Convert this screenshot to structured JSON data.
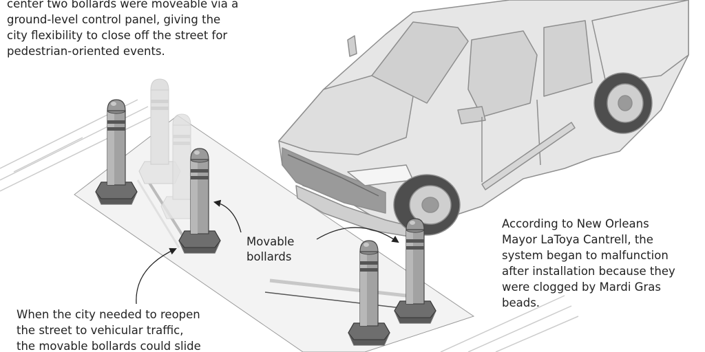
{
  "captions": {
    "top": [
      "center two bollards were moveable via a",
      "ground-level control panel, giving the",
      "city flexibility to close off the street for",
      "pedestrian-oriented events."
    ],
    "right": [
      "According to New Orleans",
      "Mayor LaToya Cantrell, the",
      "system began to malfunction",
      "after installation because they",
      "were clogged by Mardi Gras",
      "beads."
    ],
    "bottom": [
      "When the city needed to reopen",
      "the street to vehicular traffic,",
      "the movable bollards could slide"
    ]
  },
  "labels": {
    "movable": [
      "Movable",
      "bollards"
    ]
  },
  "colors": {
    "text": "#222222",
    "bollard": "#9a9a9a",
    "bollard_dark": "#4a4a4a",
    "ghost": "#d8d8d8",
    "truck": "#e3e3e3",
    "truck_line": "#8e8e8e",
    "pad": "#f1f1f1"
  }
}
